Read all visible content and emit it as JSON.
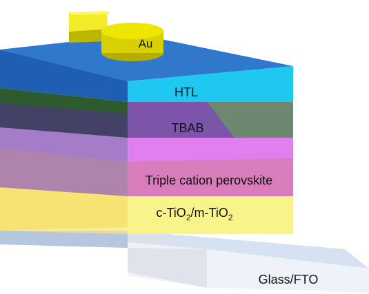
{
  "diagram": {
    "layers": {
      "electrode": {
        "label": "Au",
        "color": "#e8e000"
      },
      "htl": {
        "label": "HTL",
        "color": "#1ec8f0"
      },
      "tbab": {
        "label": "TBAB",
        "color": "#6b4e9e"
      },
      "perovskite": {
        "label": "Triple cation perovskite",
        "color": "#e07ef0"
      },
      "tio2": {
        "part1": "c-TiO",
        "sub1": "2",
        "part2": "/m-TiO",
        "sub2": "2",
        "color": "#f8f07a"
      },
      "substrate": {
        "label": "Glass/FTO",
        "color": "#dfe6f2"
      }
    }
  }
}
